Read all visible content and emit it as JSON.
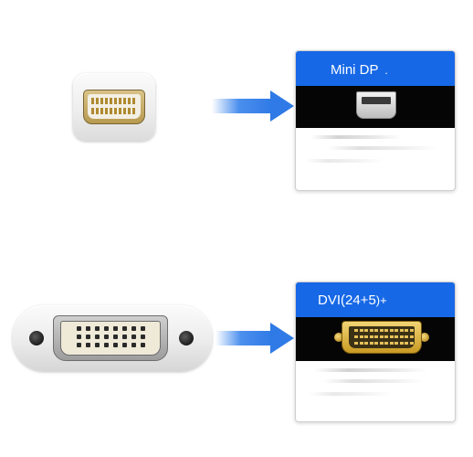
{
  "panels": [
    {
      "id": "mini-dp",
      "header_label": "Mini DP",
      "header_suffix": "."
    },
    {
      "id": "dvi",
      "header_label": "DVI(24+5",
      "header_suffix": ")+"
    }
  ],
  "colors": {
    "header_blue": "#1668e6",
    "arrow_blue": "#2f7ae6",
    "panel_black": "#050505",
    "gold": "#c99a23"
  },
  "icons": {
    "mini_dp_plug": "mini-displayport-plug",
    "mini_dp_socket": "mini-displayport-socket",
    "dvi_plug": "dvi-plug",
    "dvi_socket": "dvi-socket",
    "arrow": "arrow-right"
  }
}
